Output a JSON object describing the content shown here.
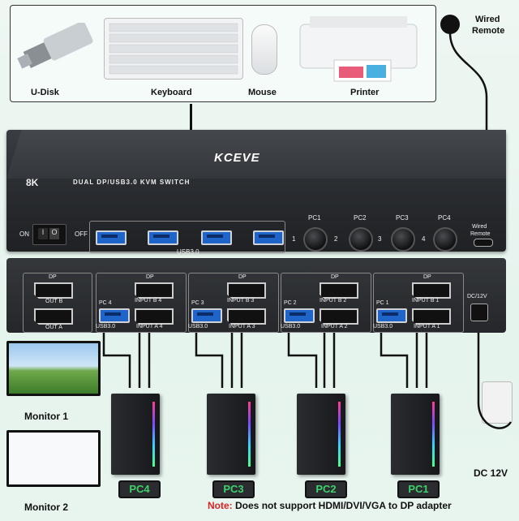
{
  "peripherals": {
    "udisk": "U-Disk",
    "keyboard": "Keyboard",
    "mouse": "Mouse",
    "printer": "Printer",
    "wired_remote": [
      "Wired",
      "Remote"
    ]
  },
  "front_panel": {
    "brand": "KCEVE",
    "badge": "8K",
    "product": "DUAL DP/USB3.0 KVM SWITCH",
    "on": "ON",
    "off": "OFF",
    "usb": "USB3.0",
    "pc_buttons": [
      "PC1",
      "PC2",
      "PC3",
      "PC4"
    ],
    "led_numbers": [
      "1",
      "2",
      "3",
      "4"
    ],
    "remote": [
      "Wired",
      "Remote"
    ]
  },
  "back_panel": {
    "dp": "DP",
    "out_b": "OUT B",
    "out_a": "OUT A",
    "dc": "DC/12V",
    "usb": "USB3.0",
    "inputs": [
      {
        "pc": "PC 4",
        "b": "INPUT B 4",
        "a": "INPUT A 4"
      },
      {
        "pc": "PC 3",
        "b": "INPUT B 3",
        "a": "INPUT A 3"
      },
      {
        "pc": "PC 2",
        "b": "INPUT B 2",
        "a": "INPUT A 2"
      },
      {
        "pc": "PC 1",
        "b": "INPUT B 1",
        "a": "INPUT A 1"
      }
    ]
  },
  "monitors": [
    "Monitor 1",
    "Monitor 2"
  ],
  "computers": [
    "PC4",
    "PC3",
    "PC2",
    "PC1"
  ],
  "dc_label": "DC 12V",
  "note": {
    "label": "Note:",
    "text": "Does not support HDMI/DVI/VGA to DP adapter"
  },
  "colors": {
    "pc_label": "#3fd16c",
    "note": "#e02020",
    "usb_blue": "#1f64c8"
  }
}
